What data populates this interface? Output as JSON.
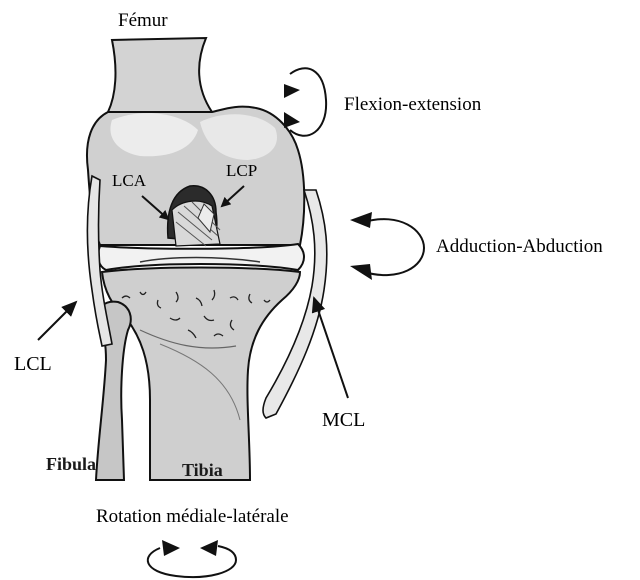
{
  "labels": {
    "femur": "Fémur",
    "flexion_extension": "Flexion-extension",
    "lca": "LCA",
    "lcp": "LCP",
    "adduction_abduction": "Adduction-Abduction",
    "lcl": "LCL",
    "mcl": "MCL",
    "fibula": "Fibula",
    "tibia": "Tibia",
    "rotation": "Rotation médiale-latérale"
  },
  "colors": {
    "bone": "#c9c9c9",
    "bone_light": "#dcdcdc",
    "bone_highlight": "#ececec",
    "ligament": "#e4e4e4",
    "outline": "#111111",
    "text": "#000000"
  },
  "icons": {
    "motion_arrows": "curved-double-arrow-icon",
    "pointer_arrows": "straight-arrow-icon"
  }
}
